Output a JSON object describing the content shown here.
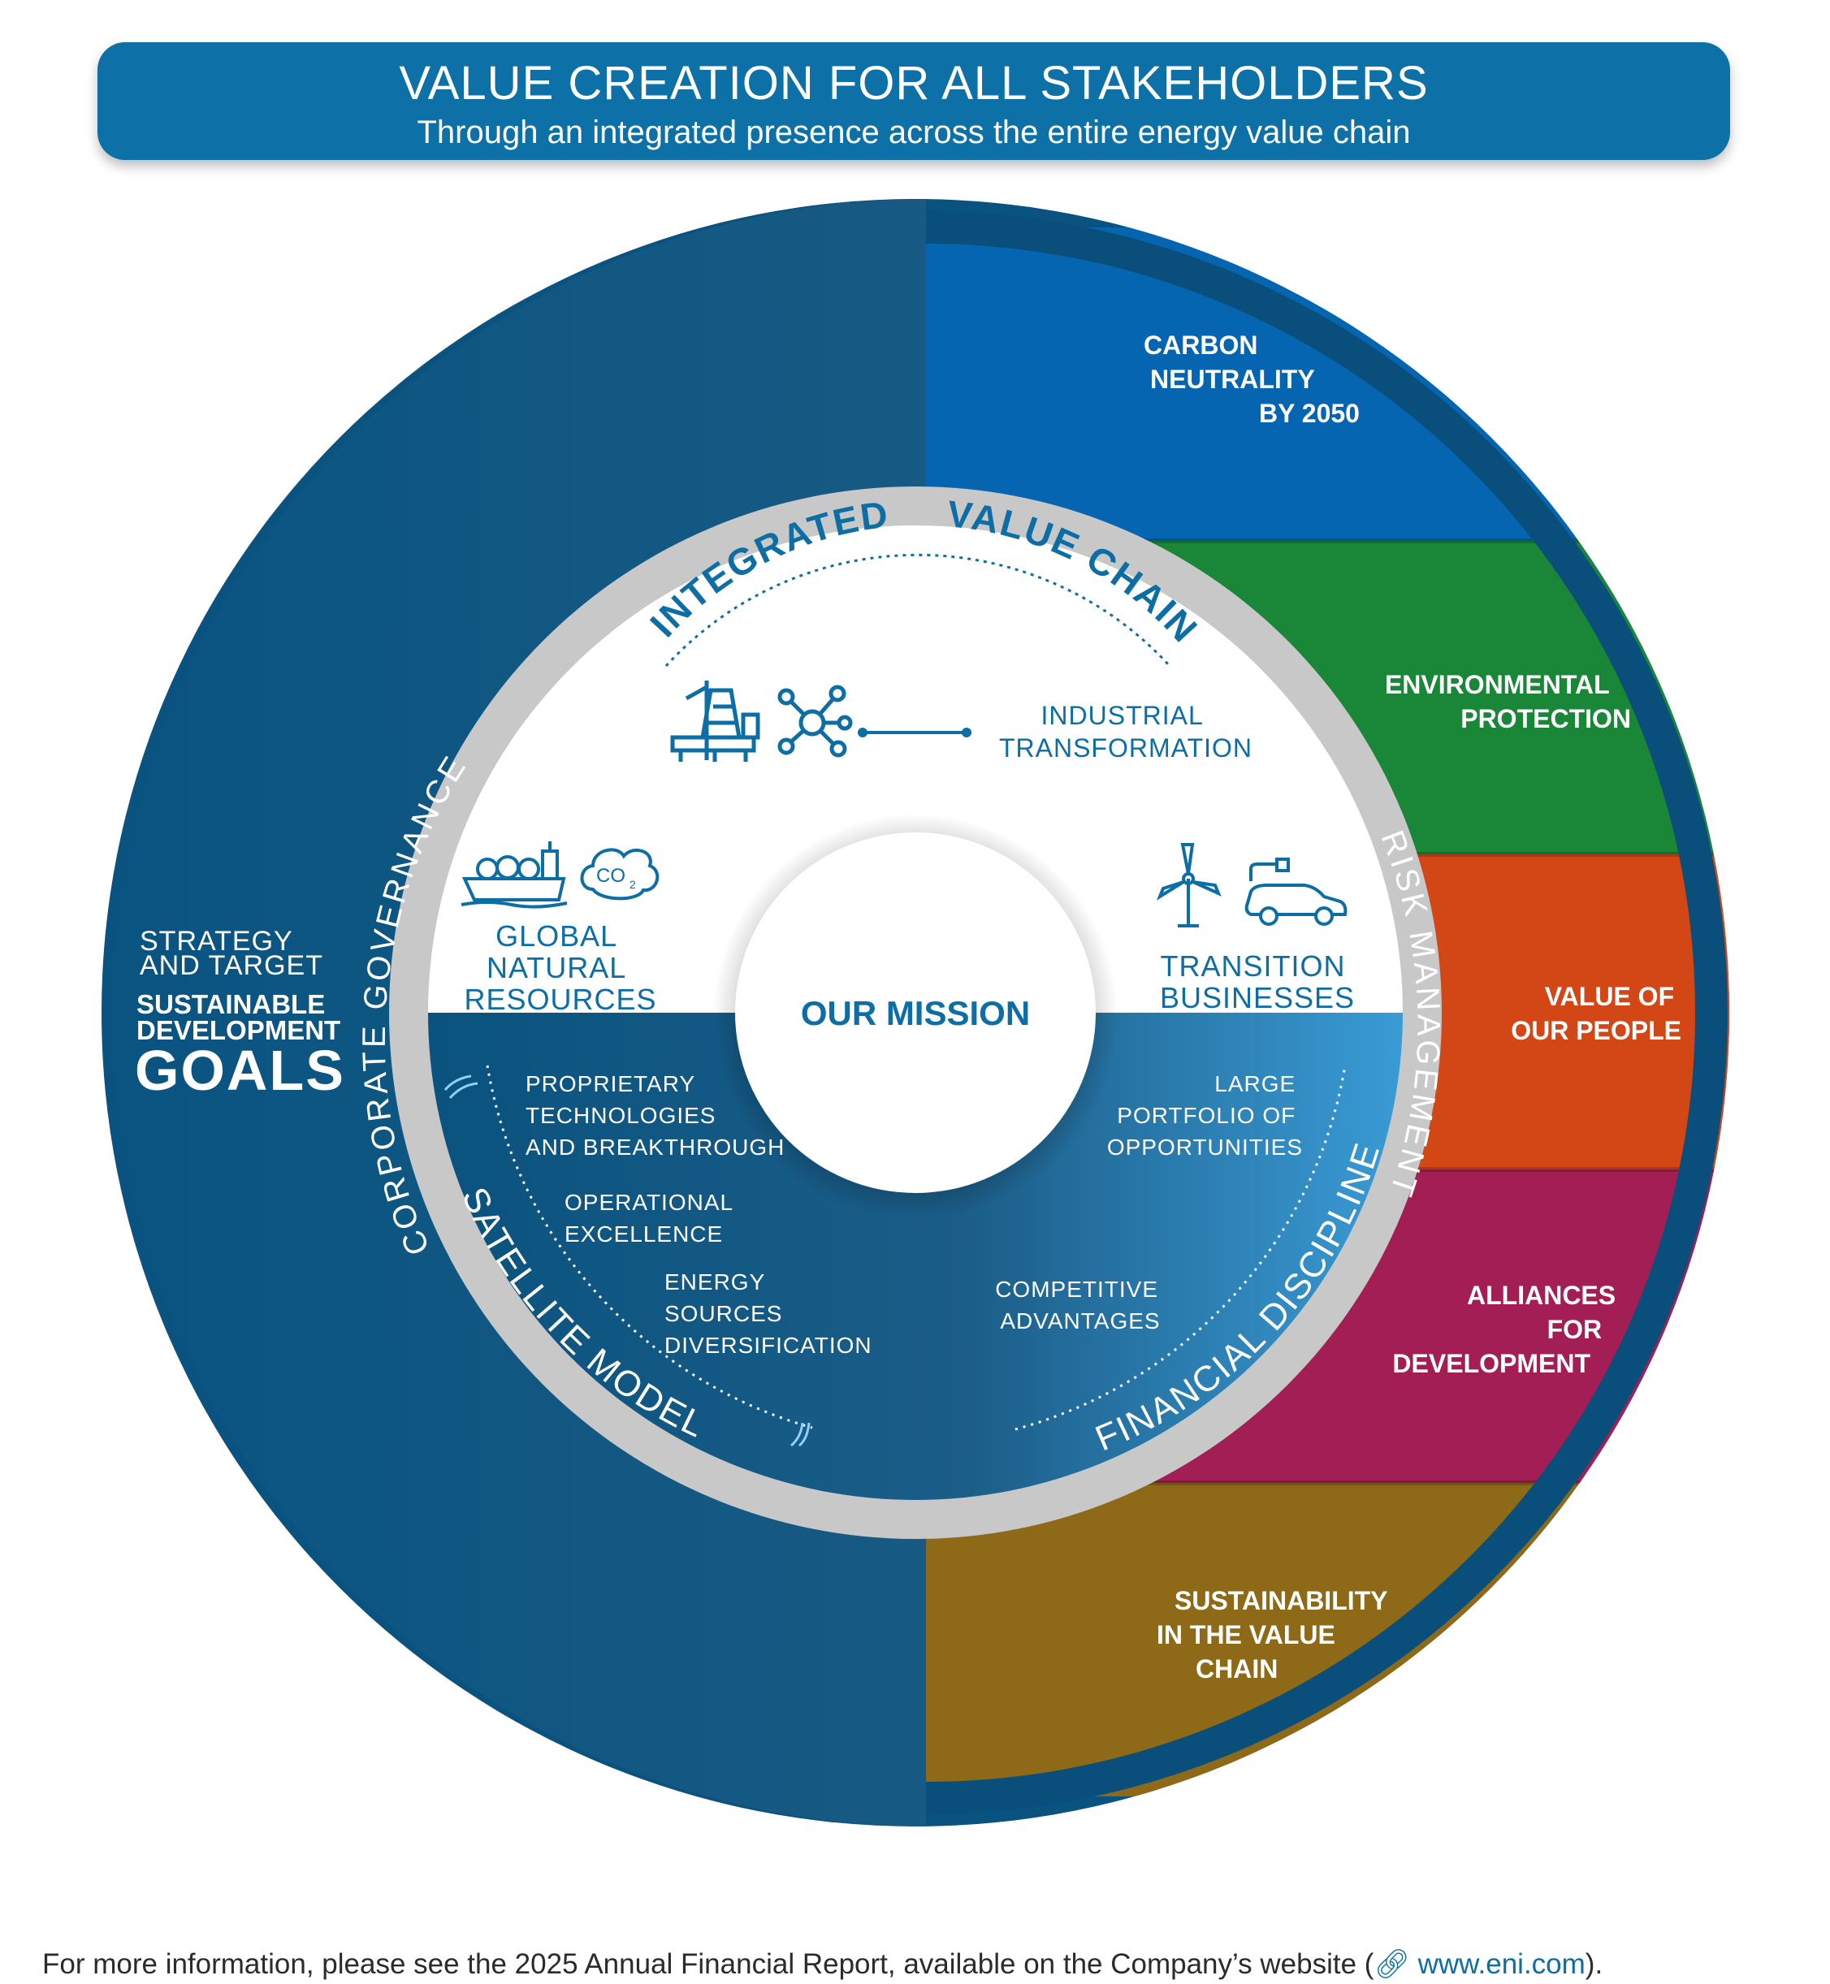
{
  "header": {
    "title": "VALUE CREATION FOR ALL STAKEHOLDERS",
    "subtitle": "Through an integrated presence across the entire energy value chain"
  },
  "left_panel": {
    "strategy_lines": [
      "STRATEGY",
      "AND TARGET"
    ],
    "sdg_lines": [
      "SUSTAINABLE",
      "DEVELOPMENT"
    ],
    "goals_logo_text": "GOALS"
  },
  "right_segments": [
    {
      "lines": [
        "CARBON",
        "NEUTRALITY",
        "BY 2050"
      ],
      "color": "#0565b0"
    },
    {
      "lines": [
        "ENVIRONMENTAL",
        "PROTECTION"
      ],
      "color": "#1a8638"
    },
    {
      "lines": [
        "VALUE OF",
        "OUR PEOPLE"
      ],
      "color": "#d34616"
    },
    {
      "lines": [
        "ALLIANCES",
        "FOR",
        "DEVELOPMENT"
      ],
      "color": "#a21e55"
    },
    {
      "lines": [
        "SUSTAINABILITY",
        "IN THE VALUE",
        "CHAIN"
      ],
      "color": "#8e6a18"
    }
  ],
  "ring_labels": {
    "left": "CORPORATE GOVERNANCE",
    "right": "RISK MANAGEMENT"
  },
  "upper": {
    "arc_left": "INTEGRATED",
    "arc_right": "VALUE CHAIN",
    "industrial": [
      "INDUSTRIAL",
      "TRANSFORMATION"
    ],
    "global": [
      "GLOBAL",
      "NATURAL",
      "RESOURCES"
    ],
    "transition": [
      "TRANSITION",
      "BUSINESSES"
    ]
  },
  "lower": {
    "arc_left": "SATELLITE MODEL",
    "arc_right": "FINANCIAL DISCIPLINE",
    "proprietary": [
      "PROPRIETARY",
      "TECHNOLOGIES",
      "AND BREAKTHROUGH"
    ],
    "operational": [
      "OPERATIONAL",
      "EXCELLENCE"
    ],
    "energy": [
      "ENERGY",
      "SOURCES",
      "DIVERSIFICATION"
    ],
    "large": [
      "LARGE",
      "PORTFOLIO OF",
      "OPPORTUNITIES"
    ],
    "competitive": [
      "COMPETITIVE",
      "ADVANTAGES"
    ]
  },
  "center": {
    "mission": "OUR MISSION"
  },
  "icons": {
    "co2_label": "CO",
    "co2_sub": "2",
    "names": [
      "oil-rig-icon",
      "network-nodes-icon",
      "lng-tanker-icon",
      "co2-cloud-icon",
      "wind-turbine-icon",
      "electric-car-icon",
      "satellite-wave-icon",
      "link-icon"
    ]
  },
  "colors": {
    "header_blue": "#0d70a7",
    "dark_blue": "#0a537f",
    "ring_gray": "#c8c8c8",
    "accent_blue": "#0d6ea6"
  },
  "footer": {
    "text": "For more information, please see the 2025 Annual Financial Report, available on the Company’s website (",
    "link_text": "www.eni.com",
    "close": ")."
  }
}
